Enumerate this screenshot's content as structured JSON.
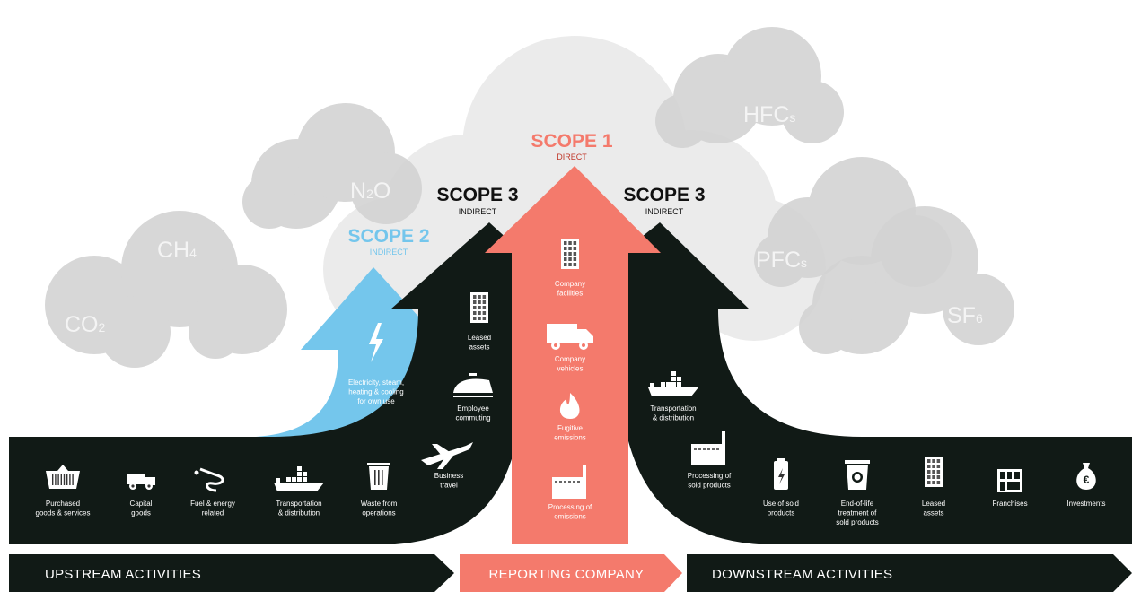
{
  "colors": {
    "scope1": "#f47a6c",
    "scope2": "#74c6ec",
    "scope3": "#111a16",
    "cloud": "#d3d3d3",
    "cloud_bg": "#ebebeb"
  },
  "gases": [
    {
      "base": "CO",
      "sub": "2"
    },
    {
      "base": "CH",
      "sub": "4"
    },
    {
      "base": "N",
      "sub": "2",
      "tail": "O"
    },
    {
      "base": "HFC",
      "sub": "s"
    },
    {
      "base": "PFC",
      "sub": "s"
    },
    {
      "base": "SF",
      "sub": "6"
    }
  ],
  "scopes": {
    "scope1": {
      "title": "SCOPE 1",
      "subtitle": "DIRECT"
    },
    "scope2": {
      "title": "SCOPE 2",
      "subtitle": "INDIRECT"
    },
    "scope3_left": {
      "title": "SCOPE 3",
      "subtitle": "INDIRECT"
    },
    "scope3_right": {
      "title": "SCOPE 3",
      "subtitle": "INDIRECT"
    }
  },
  "activities": [
    {
      "icon": "basket-icon",
      "lines": [
        "Purchased",
        "goods & services"
      ]
    },
    {
      "icon": "truck-icon",
      "lines": [
        "Capital",
        "goods"
      ]
    },
    {
      "icon": "fuel-nozzle-icon",
      "lines": [
        "Fuel & energy",
        "related"
      ]
    },
    {
      "icon": "ship-icon",
      "lines": [
        "Transportation",
        "& distribution"
      ]
    },
    {
      "icon": "trash-bin-icon",
      "lines": [
        "Waste from",
        "operations"
      ]
    },
    {
      "icon": "airplane-icon",
      "lines": [
        "Business",
        "travel"
      ]
    },
    {
      "icon": "lightning-icon",
      "lines": [
        "Electricity, steam,",
        "heating & cooling",
        "for own use"
      ]
    },
    {
      "icon": "building-icon",
      "lines": [
        "Leased",
        "assets"
      ]
    },
    {
      "icon": "train-icon",
      "lines": [
        "Employee",
        "commuting"
      ]
    },
    {
      "icon": "building-icon",
      "lines": [
        "Company",
        "facilities"
      ]
    },
    {
      "icon": "van-icon",
      "lines": [
        "Company",
        "vehicles"
      ]
    },
    {
      "icon": "flame-icon",
      "lines": [
        "Fugitive",
        "emissions"
      ]
    },
    {
      "icon": "factory-icon",
      "lines": [
        "Processing of",
        "emissions"
      ]
    },
    {
      "icon": "ship-icon",
      "lines": [
        "Transportation",
        "& distribution"
      ]
    },
    {
      "icon": "factory-icon",
      "lines": [
        "Processing of",
        "sold products"
      ]
    },
    {
      "icon": "battery-icon",
      "lines": [
        "Use of sold",
        "products"
      ]
    },
    {
      "icon": "recycle-bin-icon",
      "lines": [
        "End-of-life",
        "treatment of",
        "sold products"
      ]
    },
    {
      "icon": "building-icon",
      "lines": [
        "Leased",
        "assets"
      ]
    },
    {
      "icon": "storefront-icon",
      "lines": [
        "Franchises"
      ]
    },
    {
      "icon": "money-bag-icon",
      "lines": [
        "Investments"
      ]
    }
  ],
  "bottom_bar": {
    "upstream": "UPSTREAM ACTIVITIES",
    "reporting": "REPORTING COMPANY",
    "downstream": "DOWNSTREAM ACTIVITIES"
  }
}
